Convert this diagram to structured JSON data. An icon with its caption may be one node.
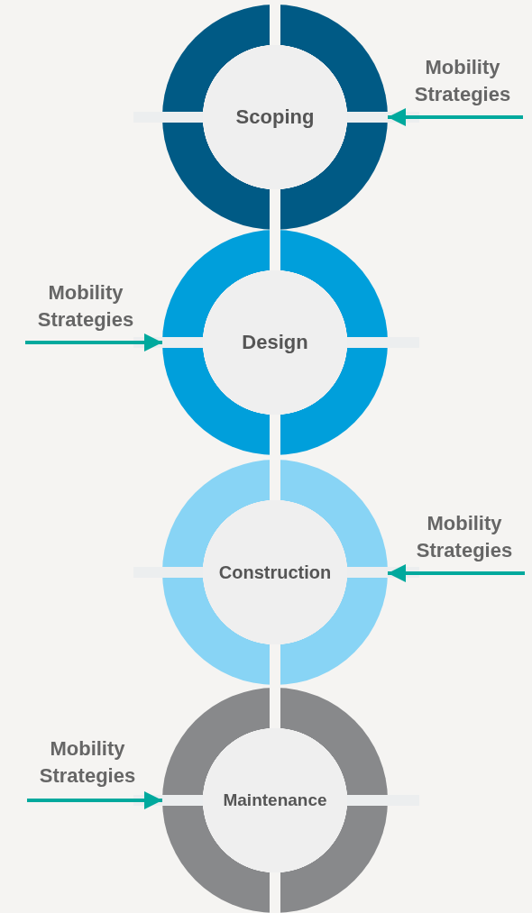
{
  "diagram": {
    "nodes": [
      {
        "text": [
          "Mobility Strategies"
        ]
      },
      {
        "text": [
          "Scoping"
        ]
      },
      {
        "text": [
          "Mobility Strategies"
        ]
      },
      {
        "text": [
          "Design"
        ]
      },
      {
        "text": [
          "Mobility Strategies"
        ]
      },
      {
        "text": [
          "Construction"
        ]
      },
      {
        "text": [
          "Mobility Strategies"
        ]
      },
      {
        "text": [
          "Maintenance"
        ]
      }
    ],
    "edges": [
      {
        "from": 0,
        "to": 1,
        "arrow": "to"
      },
      {
        "from": 2,
        "to": 3,
        "arrow": "to"
      },
      {
        "from": 4,
        "to": 5,
        "arrow": "to"
      },
      {
        "from": 6,
        "to": 7,
        "arrow": "to"
      }
    ]
  }
}
